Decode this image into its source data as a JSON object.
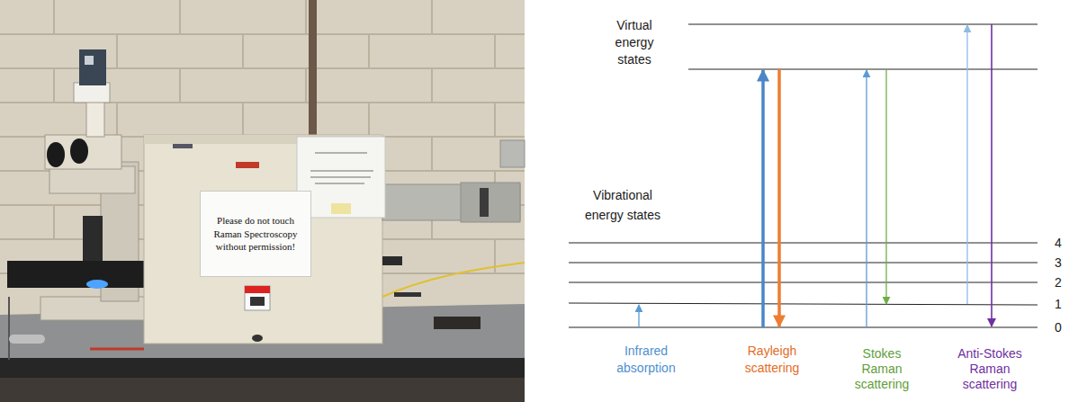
{
  "diagram": {
    "nodes": [
      {
        "text": [
          "Please do not touch Raman Spectroscopy without permission!"
        ]
      }
    ],
    "labels": [
      "Virtual energy states",
      "Vibrational energy states",
      "4",
      "3",
      "2",
      "1",
      "0",
      "Infrared absorption",
      "Rayleigh scattering",
      "Stokes Raman scattering",
      "Anti-Stokes Raman scattering"
    ]
  }
}
